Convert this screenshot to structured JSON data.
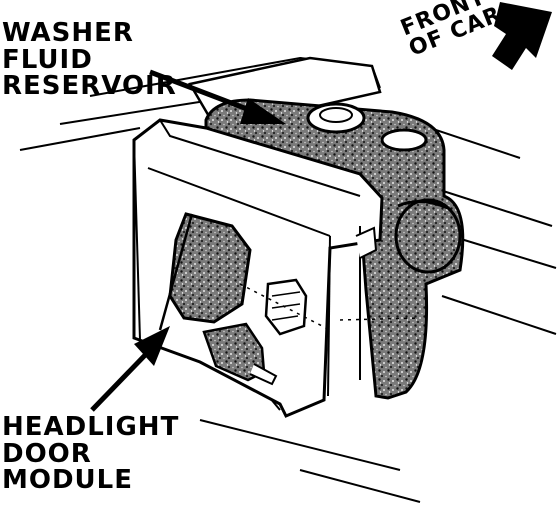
{
  "callouts": {
    "washer_fluid_reservoir": [
      "WASHER",
      "FLUID",
      "RESERVOIR"
    ],
    "headlight_door_module": [
      "HEADLIGHT",
      "DOOR",
      "MODULE"
    ],
    "front_of_car": [
      "FRONT",
      "OF CAR"
    ]
  },
  "colors": {
    "ink": "#000000",
    "paper": "#ffffff",
    "speckle": "#5a5a5a"
  }
}
